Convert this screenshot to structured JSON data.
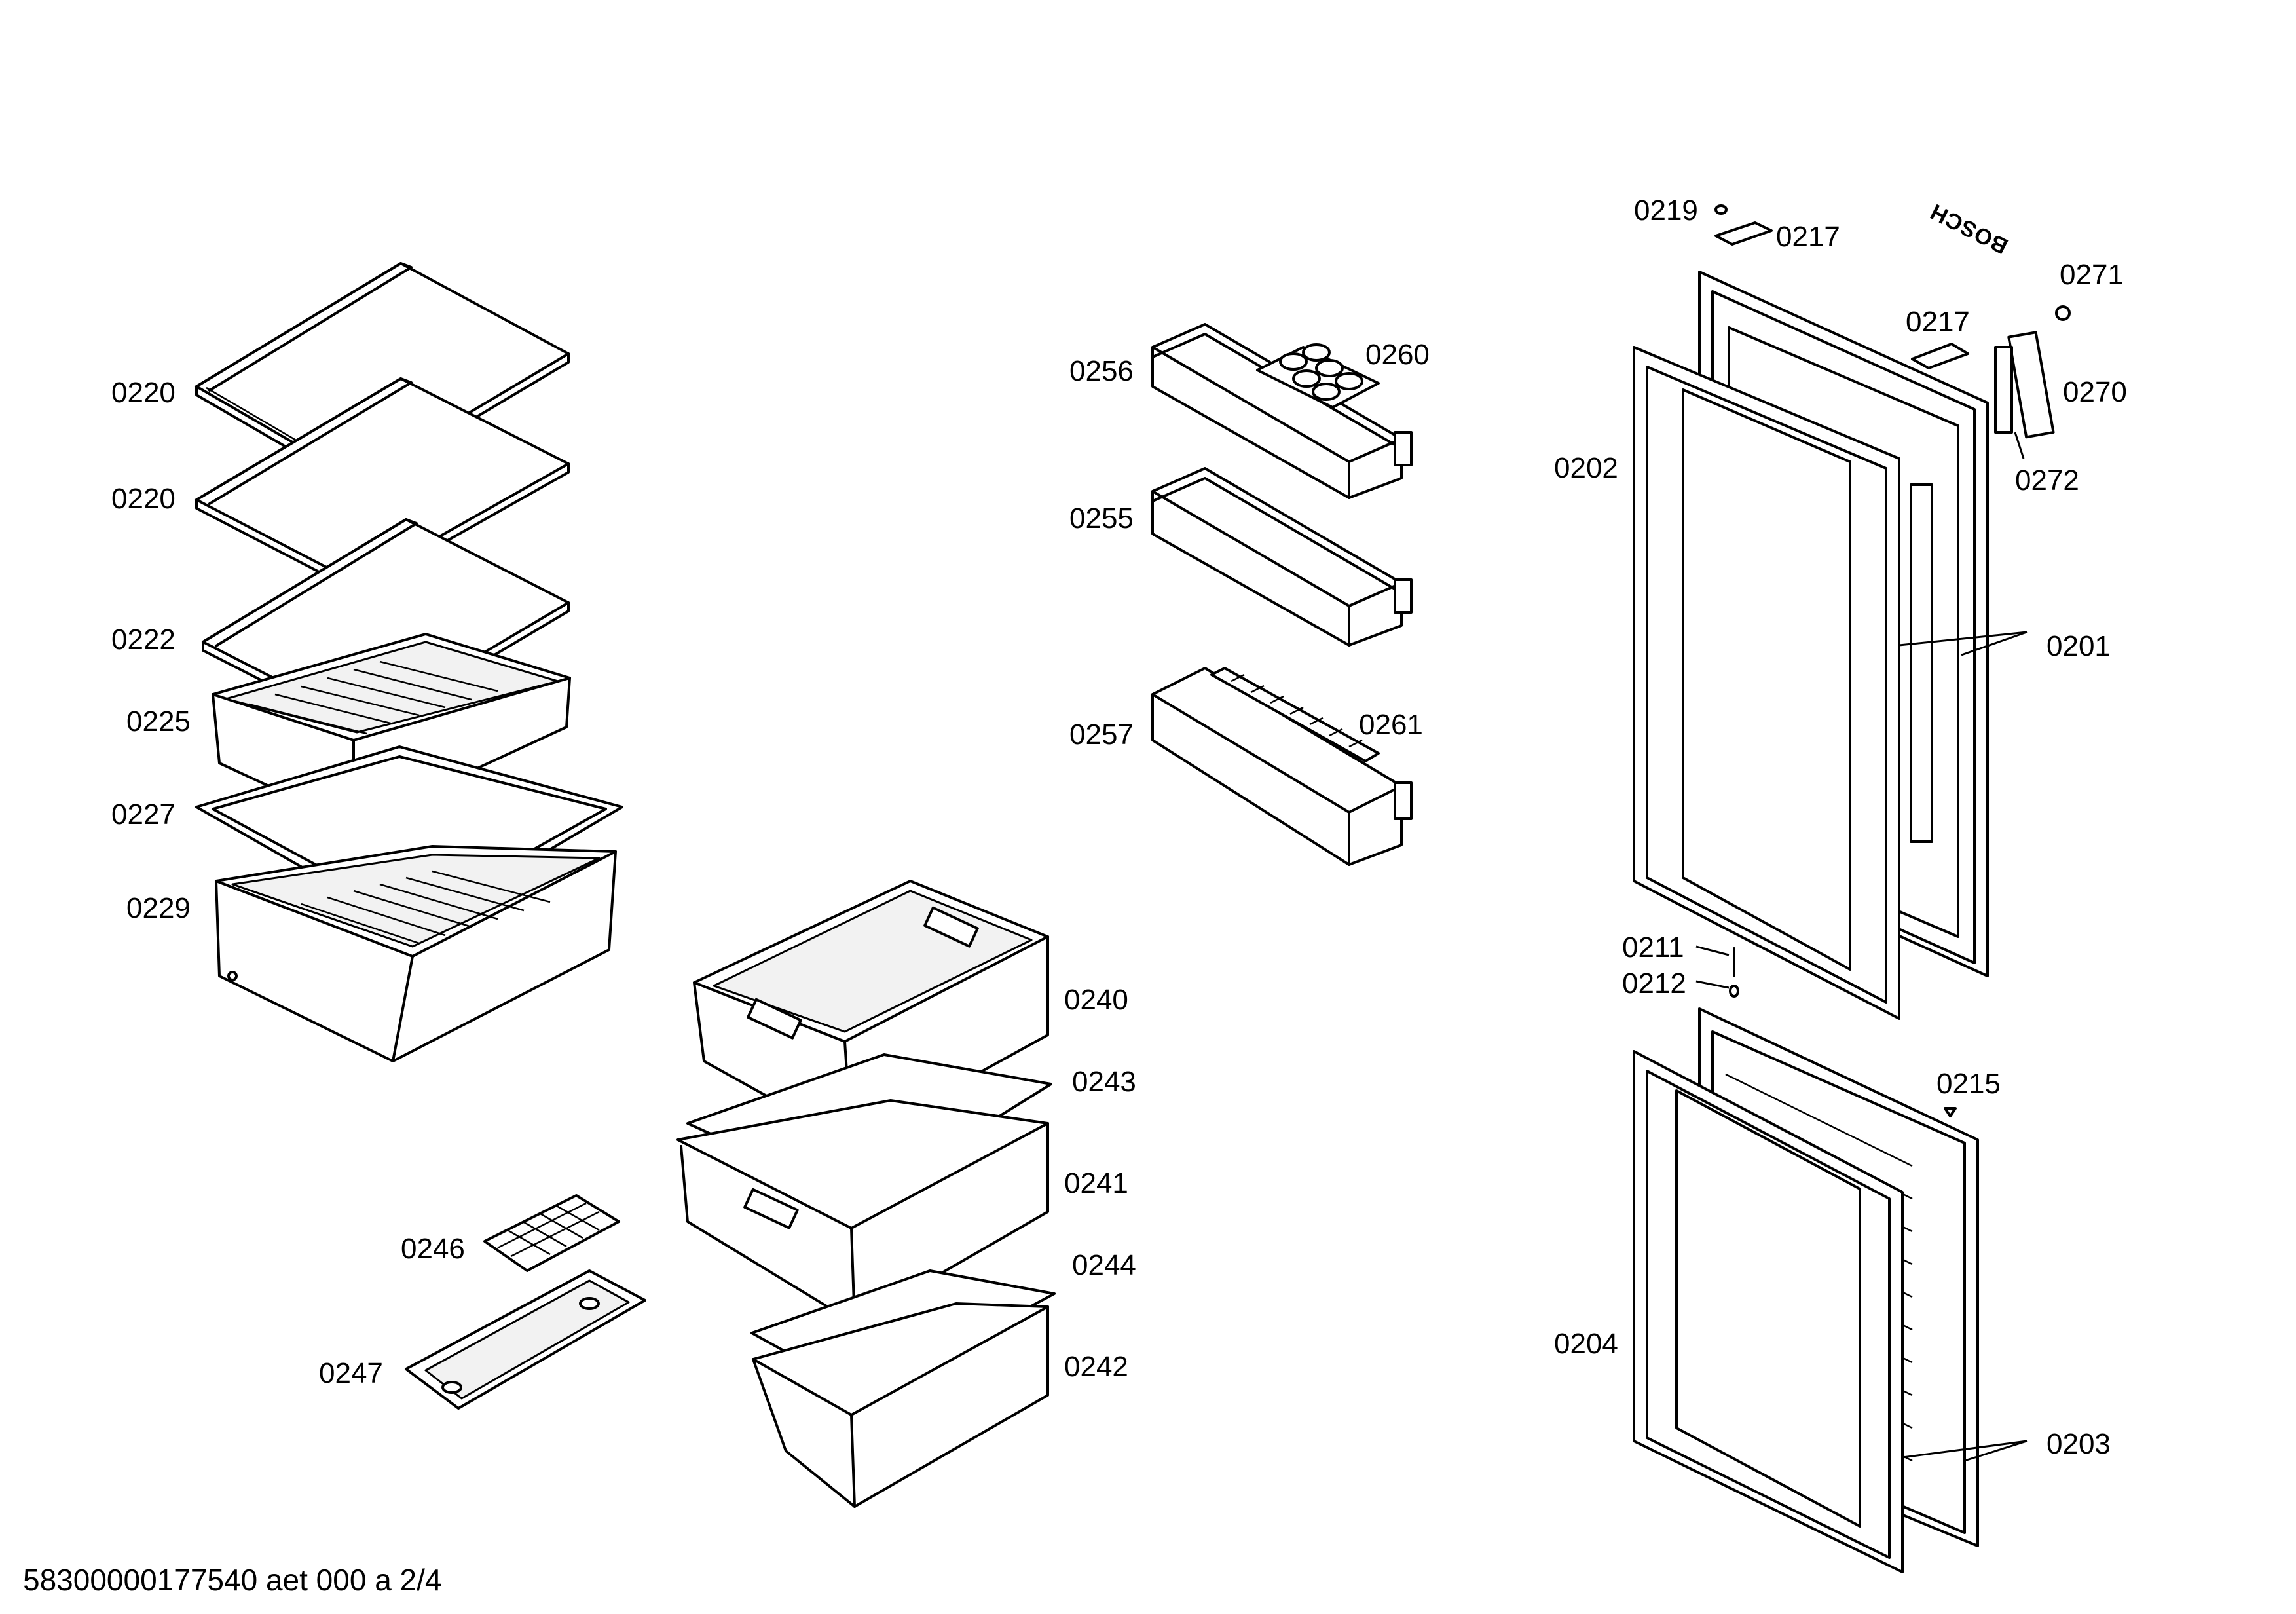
{
  "labels": {
    "l0220a": "0220",
    "l0220b": "0220",
    "l0222": "0222",
    "l0225": "0225",
    "l0227": "0227",
    "l0229": "0229",
    "l0256": "0256",
    "l0260": "0260",
    "l0255": "0255",
    "l0257": "0257",
    "l0261": "0261",
    "l0240": "0240",
    "l0243": "0243",
    "l0241": "0241",
    "l0244": "0244",
    "l0242": "0242",
    "l0246": "0246",
    "l0247": "0247",
    "l0219": "0219",
    "l0217a": "0217",
    "l0217b": "0217",
    "l0271": "0271",
    "l0270": "0270",
    "l0272": "0272",
    "l0202": "0202",
    "l0201": "0201",
    "l0211": "0211",
    "l0212": "0212",
    "l0215": "0215",
    "l0204": "0204",
    "l0203": "0203"
  },
  "brand_mark": "BOSCH",
  "footer": "58300000177540 aet 000 a 2/4"
}
